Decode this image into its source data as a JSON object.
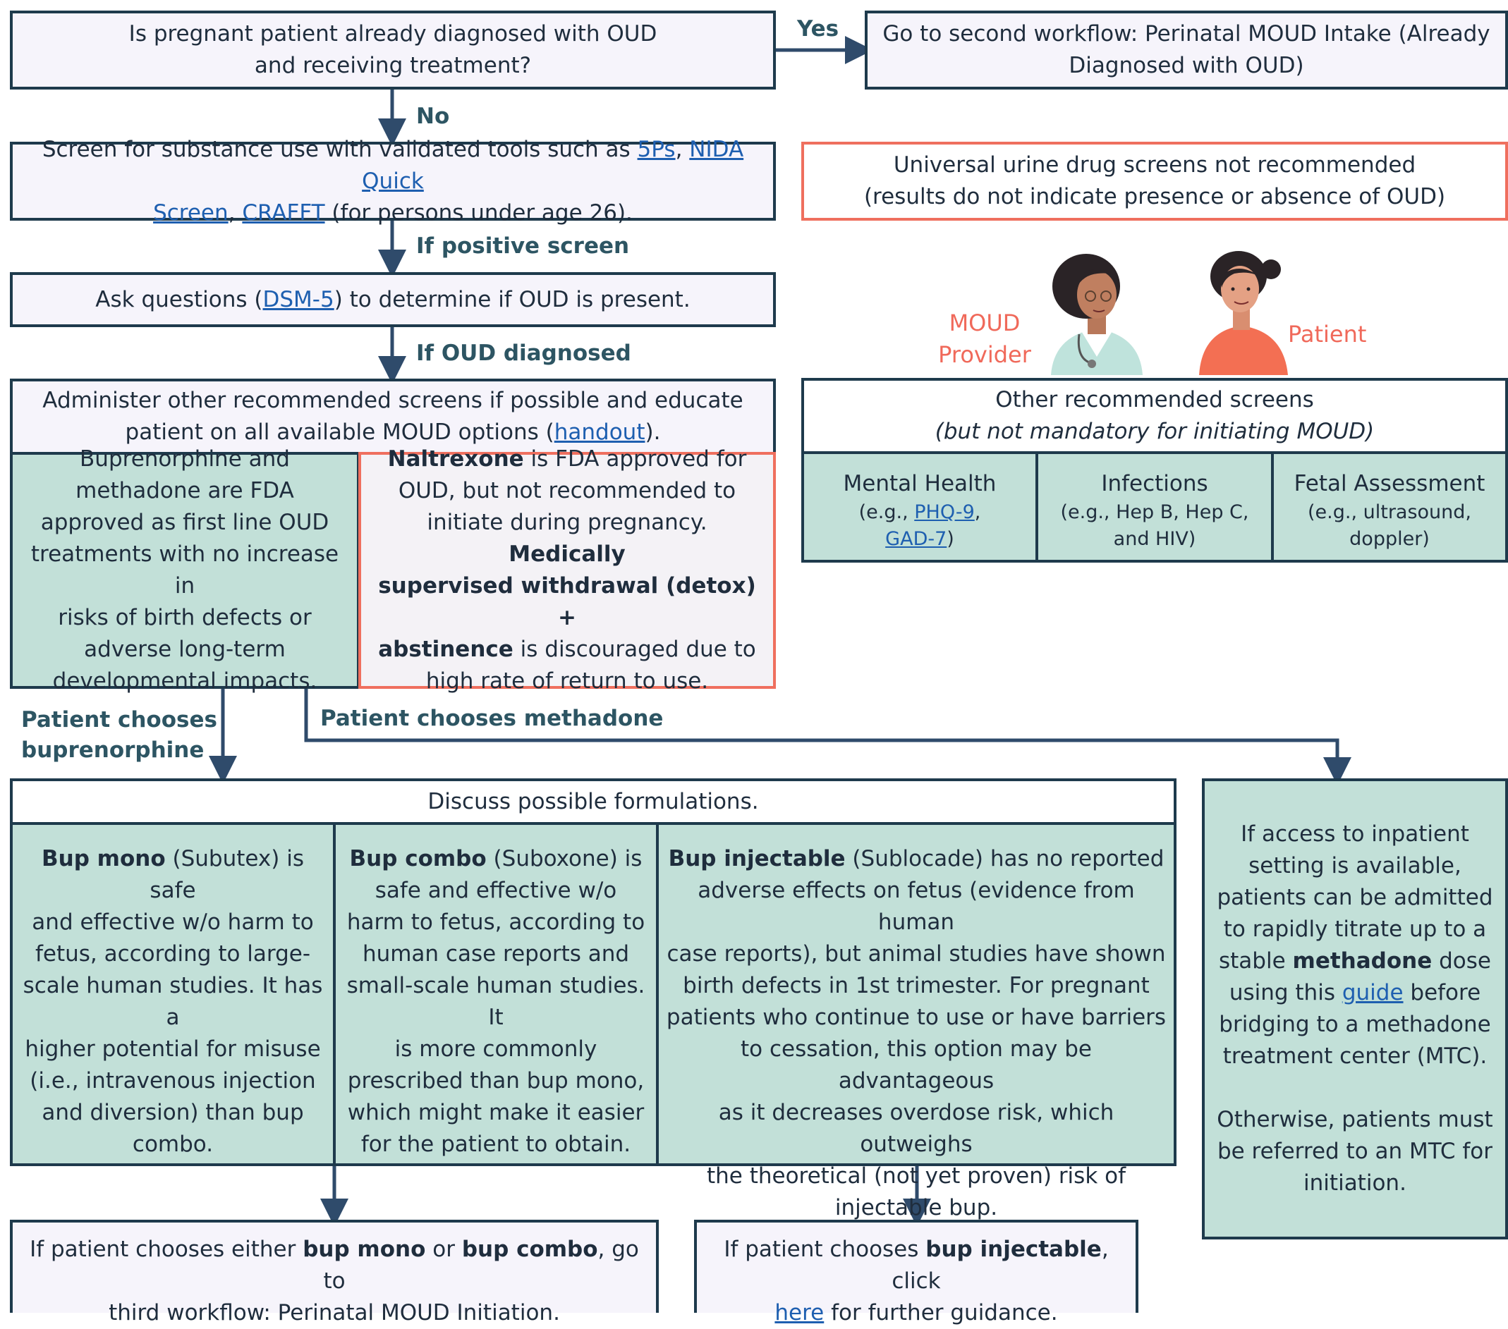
{
  "q1": {
    "line1": "Is pregnant patient already diagnosed with OUD",
    "line2": "and receiving treatment?"
  },
  "yes_label": "Yes",
  "no_label": "No",
  "second_workflow": {
    "line1": "Go to second workflow: Perinatal MOUD Intake (Already",
    "line2": "Diagnosed with OUD)"
  },
  "screen": {
    "pre": "Screen for substance use with validated tools such as ",
    "link1": "5Ps",
    "sep1": ", ",
    "link2a": "NIDA Quick",
    "link2b": "Screen",
    "sep2": ", ",
    "link3": "CRAFFT",
    "post": " (for persons under age 26)."
  },
  "urine": {
    "line1": "Universal urine drug screens not recommended",
    "line2": "(results do not indicate presence or absence of OUD)"
  },
  "if_positive_label": "If positive screen",
  "ask": {
    "pre": "Ask questions (",
    "link": "DSM-5",
    "post": ") to determine if OUD is present."
  },
  "if_oud_label": "If OUD diagnosed",
  "moud_provider": {
    "line1": "MOUD",
    "line2": "Provider"
  },
  "patient_label": "Patient",
  "administer": {
    "line1": "Administer other recommended screens if possible and educate",
    "pre2": "patient on all available MOUD options (",
    "link": "handout",
    "post2": ")."
  },
  "other_screens": {
    "line1": "Other recommended screens",
    "line2": "(but not mandatory for initiating MOUD)"
  },
  "mental_health": {
    "title": "Mental Health",
    "sub1": "(e.g., ",
    "link1": "PHQ-9",
    "sub2": ",",
    "link2": "GAD-7",
    "sub3": ")"
  },
  "infections": {
    "title": "Infections",
    "line1": "(e.g., Hep B, Hep C,",
    "line2": "and HIV)"
  },
  "fetal": {
    "title": "Fetal Assessment",
    "line1": "(e.g., ultrasound,",
    "line2": "doppler)"
  },
  "bup_methadone": [
    "Buprenorphine and",
    "methadone are FDA",
    "approved as first line OUD",
    "treatments with no increase in",
    "risks of birth defects or",
    "adverse long-term",
    "developmental impacts."
  ],
  "naltrexone": {
    "b1": "Naltrexone",
    "t1": " is FDA approved for",
    "l2": "OUD, but not recommended to",
    "l3a": "initiate during pregnancy. ",
    "b2": "Medically",
    "b3": "supervised withdrawal (detox) +",
    "b4": "abstinence",
    "t4": " is discouraged due to",
    "l5": "high rate of return to use."
  },
  "chooses_bup": {
    "line1": "Patient chooses",
    "line2": "buprenorphine"
  },
  "chooses_methadone": "Patient chooses methadone",
  "discuss": "Discuss possible formulations.",
  "bup_mono": {
    "b": "Bup mono",
    "t1": " (Subutex) is safe",
    "lines": [
      "and effective w/o harm to",
      "fetus, according to large-",
      "scale human studies. It has a",
      "higher potential for misuse",
      "(i.e., intravenous injection",
      "and diversion) than bup",
      "combo."
    ]
  },
  "bup_combo": {
    "b": "Bup combo",
    "t1": " (Suboxone) is",
    "lines": [
      "safe and effective w/o",
      "harm to fetus, according to",
      "human case reports and",
      "small-scale human studies. It",
      "is more commonly",
      "prescribed than bup mono,",
      "which might make it easier",
      "for the patient to obtain."
    ]
  },
  "bup_inj": {
    "b": "Bup injectable",
    "t1": " (Sublocade) has no reported",
    "lines": [
      "adverse effects on fetus (evidence from human",
      "case reports), but animal studies have shown",
      "birth defects in 1st trimester. For pregnant",
      "patients who continue to use or have barriers",
      "to cessation, this option may be advantageous",
      "as it decreases overdose risk, which outweighs",
      "the theoretical (not yet proven) risk of",
      "injectable bup."
    ]
  },
  "methadone_box": {
    "l1": "If access to inpatient",
    "l2": "setting is available,",
    "l3": "patients can be admitted",
    "l4": "to rapidly titrate up to a",
    "l5a": "stable ",
    "l5b": "methadone",
    "l5c": " dose",
    "l6a": "using this ",
    "l6link": "guide",
    "l6c": " before",
    "l7": "bridging to a methadone",
    "l8": "treatment center (MTC).",
    "l9": "Otherwise, patients must",
    "l10": "be referred to an MTC for",
    "l11": "initiation."
  },
  "final1": {
    "t1": "If patient chooses either ",
    "b1": "bup mono",
    "t2": " or ",
    "b2": "bup combo",
    "t3": ", go to",
    "line2": "third workflow: Perinatal MOUD Initiation."
  },
  "final2": {
    "t1": "If patient chooses ",
    "b1": "bup injectable",
    "t2": ", click",
    "link": "here",
    "t3": " for further guidance."
  }
}
